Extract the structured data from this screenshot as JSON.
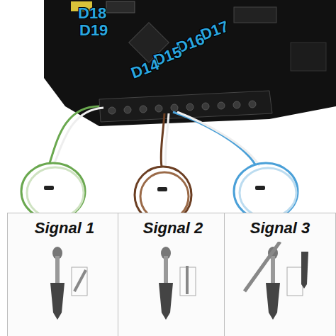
{
  "diagram": {
    "nodes": [
      {
        "text": [
          "Signal 1"
        ]
      },
      {
        "text": [
          "Signal 2"
        ]
      },
      {
        "text": [
          "Signal 3"
        ]
      }
    ],
    "labels": [
      "D18",
      "D19",
      "D17",
      "D16",
      "D15",
      "D14"
    ]
  }
}
